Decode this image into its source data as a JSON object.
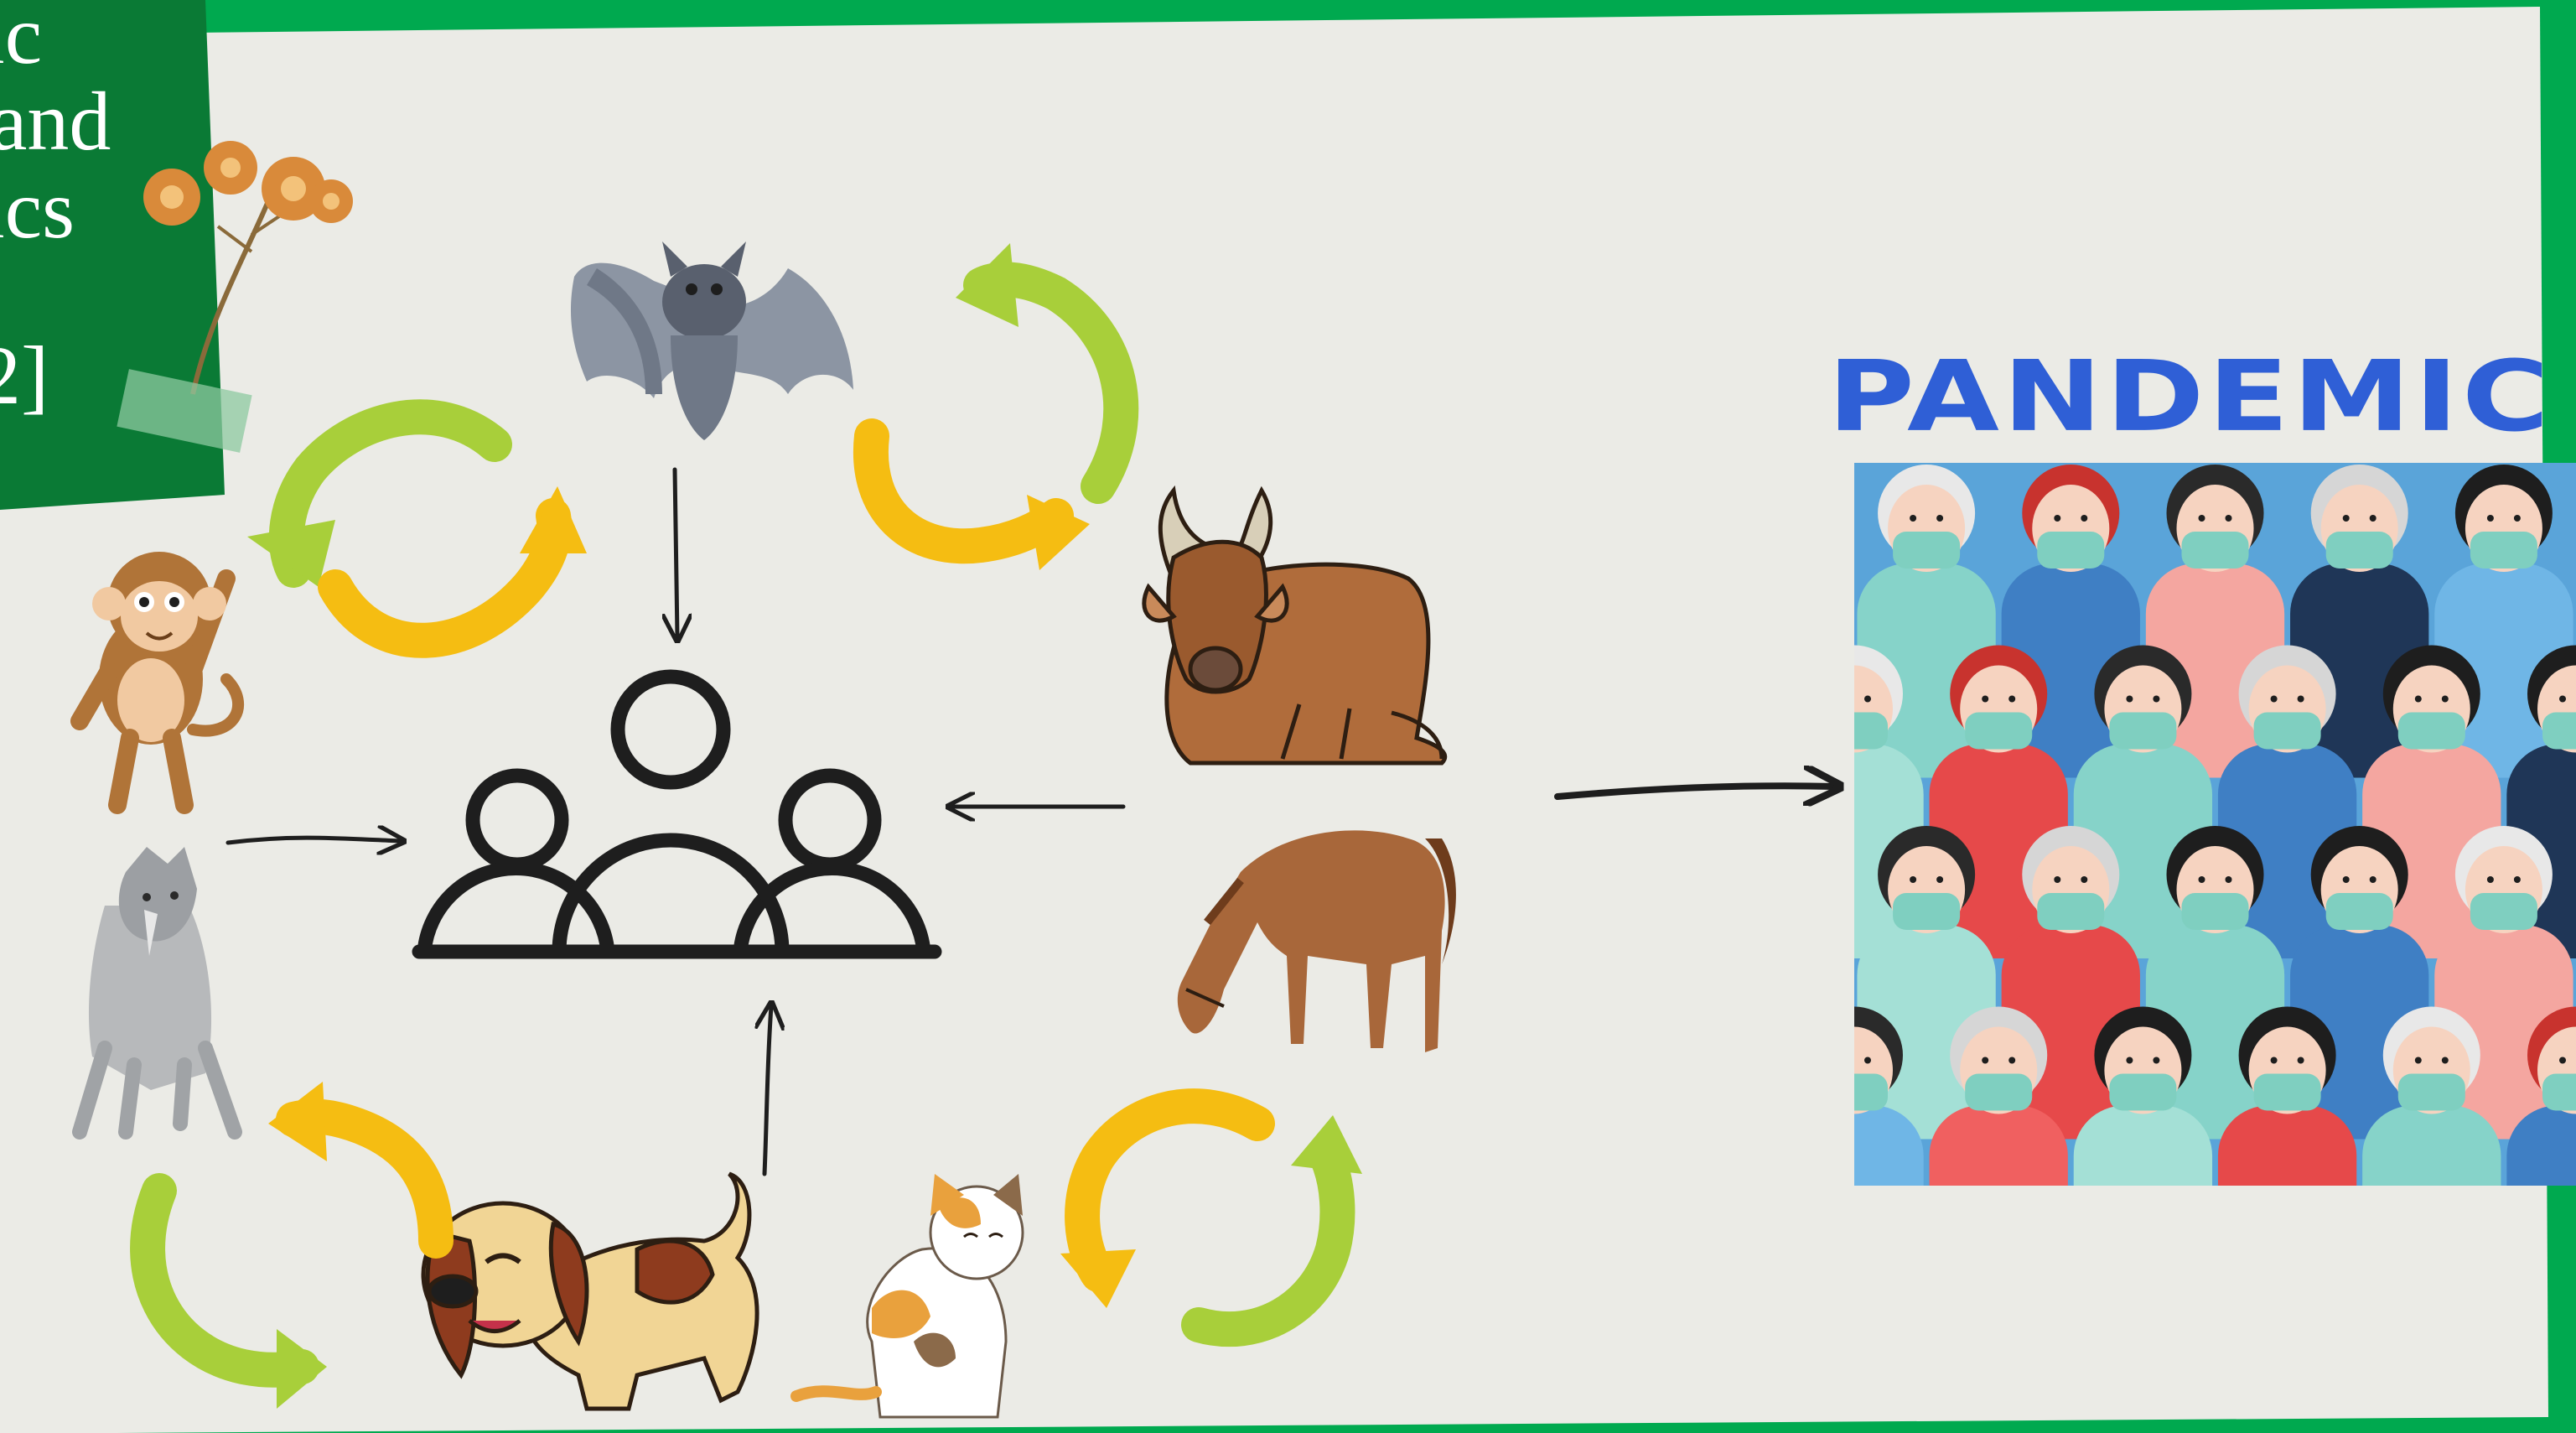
{
  "title_card": {
    "lines": [
      "ic",
      "and",
      "ics",
      "2]"
    ],
    "background": "#0a7a35"
  },
  "pandemic_label": "PANDEMIC",
  "colors": {
    "frame_green": "#00a94f",
    "paper": "#ebebe6",
    "title_blue": "#2f5fd6",
    "arrow_lime": "#a8cf3a",
    "arrow_yellow": "#f5bd12",
    "outline": "#1e1e1e"
  },
  "nodes": {
    "center": "people-group-icon",
    "animals": [
      "bat-icon",
      "cow-icon",
      "horse-icon",
      "monkey-icon",
      "wolf-icon",
      "dog-icon",
      "cat-icon"
    ],
    "result": "masked-crowd-image"
  },
  "icons": [
    "flower-sprig-icon",
    "tape-icon",
    "cycle-arrows-icon",
    "transmission-arrow-icon"
  ]
}
